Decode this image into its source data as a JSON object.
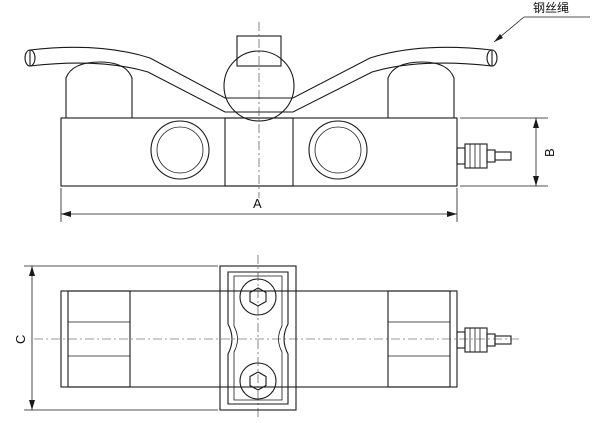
{
  "annotations": {
    "rope_label": "钢丝绳",
    "dim_a": "A",
    "dim_b": "B",
    "dim_c": "C"
  },
  "colors": {
    "line": "#1a1a1a",
    "fill_light": "#f4f4f4",
    "fill_mid": "#dedede",
    "fill_dark": "#bdbdbd"
  }
}
